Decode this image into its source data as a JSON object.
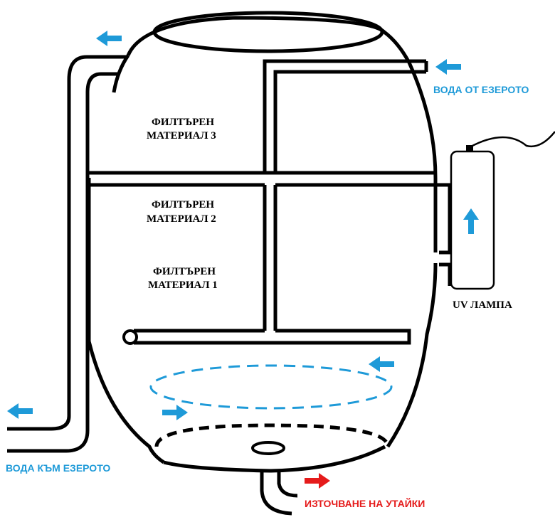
{
  "colors": {
    "line": "#000000",
    "water_arrow": "#1e9ad8",
    "drain_arrow": "#e51b1b",
    "background": "#ffffff"
  },
  "labels": {
    "filter_3_line1": "ФИЛТЪРЕН",
    "filter_3_line2": "МАТЕРИАЛ 3",
    "filter_2_line1": "ФИЛТЪРЕН",
    "filter_2_line2": "МАТЕРИАЛ 2",
    "filter_1_line1": "ФИЛТЪРЕН",
    "filter_1_line2": "МАТЕРИАЛ 1",
    "uv_lamp": "UV ЛАМПА",
    "water_in": "ВОДА ОТ ЕЗЕРОТО",
    "water_out": "ВОДА КЪМ ЕЗЕРОТО",
    "drain": "ИЗТОЧВАНЕ НА УТАЙКИ"
  },
  "icons": {
    "arrows": [
      "arrow-left-icon",
      "arrow-up-icon",
      "arrow-right-icon"
    ]
  }
}
